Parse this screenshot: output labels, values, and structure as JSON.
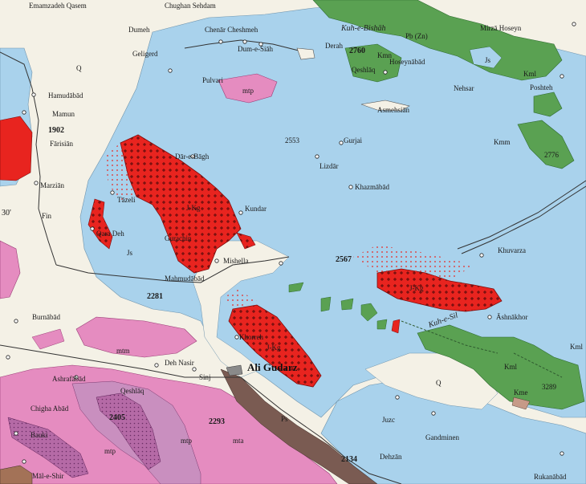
{
  "map": {
    "edge_label": "30'",
    "colors": {
      "background": "#f4f1e6",
      "limestone_blue": "#a9d2ec",
      "granite_red": "#e8241f",
      "green_kml": "#5aa152",
      "pink_mtm": "#e58cc0",
      "purple_mtp": "#c98fbf",
      "brown_ps": "#7a5b52",
      "roads": "#333333",
      "dark_green": "#2f7b32"
    }
  },
  "places": [
    {
      "name": "Emamzadeh Qasem"
    },
    {
      "name": "Chughan Sehdam"
    },
    {
      "name": "Dumeh"
    },
    {
      "name": "Chenār Cheshmeh"
    },
    {
      "name": "Dum-e-Siāh"
    },
    {
      "name": "Derah"
    },
    {
      "name": "Geligerd"
    },
    {
      "name": "Q"
    },
    {
      "name": "Hamudābād"
    },
    {
      "name": "Mamun"
    },
    {
      "name": "1902"
    },
    {
      "name": "Fārisiān"
    },
    {
      "name": "Pulvari"
    },
    {
      "name": "mtp"
    },
    {
      "name": "Qeshlāq"
    },
    {
      "name": "Hoseynābād"
    },
    {
      "name": "Kuh-e-Bishāh"
    },
    {
      "name": "Pb (Zn)"
    },
    {
      "name": "2760"
    },
    {
      "name": "Kmn"
    },
    {
      "name": "Mirzā Hoseyn"
    },
    {
      "name": "Js"
    },
    {
      "name": "Kml"
    },
    {
      "name": "Poshteh"
    },
    {
      "name": "Nehsar"
    },
    {
      "name": "Asmehsiān"
    },
    {
      "name": "2553"
    },
    {
      "name": "Gurjai"
    },
    {
      "name": "Lizdār"
    },
    {
      "name": "Kmm"
    },
    {
      "name": "2776"
    },
    {
      "name": "Dār-e-Bāgh"
    },
    {
      "name": "Khazmābād"
    },
    {
      "name": "Marziān"
    },
    {
      "name": "Tāzeli"
    },
    {
      "name": "J-Kg"
    },
    {
      "name": "Kundar"
    },
    {
      "name": "Fin"
    },
    {
      "name": "Qara Deh"
    },
    {
      "name": "Gurachin"
    },
    {
      "name": "Mishella"
    },
    {
      "name": "Js"
    },
    {
      "name": "Mahmudābād"
    },
    {
      "name": "2281"
    },
    {
      "name": "2567"
    },
    {
      "name": "Khuvarza"
    },
    {
      "name": "J-Kg"
    },
    {
      "name": "Āshnākhor"
    },
    {
      "name": "Kuh-e-Sil"
    },
    {
      "name": "Burnābād"
    },
    {
      "name": "mtm"
    },
    {
      "name": "Khorreh"
    },
    {
      "name": "J-Kg"
    },
    {
      "name": "Deh Nasir"
    },
    {
      "name": "Ali Gudarz"
    },
    {
      "name": "Sinj"
    },
    {
      "name": "Ashrafābād"
    },
    {
      "name": "Qeshlāq"
    },
    {
      "name": "Kml"
    },
    {
      "name": "3289"
    },
    {
      "name": "Kme"
    },
    {
      "name": "Q"
    },
    {
      "name": "Chigha Abād"
    },
    {
      "name": "2405"
    },
    {
      "name": "Bauki"
    },
    {
      "name": "2293"
    },
    {
      "name": "mtp"
    },
    {
      "name": "mta"
    },
    {
      "name": "Ps"
    },
    {
      "name": "Juzc"
    },
    {
      "name": "Gandminen"
    },
    {
      "name": "Dehzān"
    },
    {
      "name": "2134"
    },
    {
      "name": "Māl-e-Shir"
    },
    {
      "name": "Rukanābād"
    },
    {
      "name": "Kml"
    },
    {
      "name": "mtp"
    }
  ]
}
